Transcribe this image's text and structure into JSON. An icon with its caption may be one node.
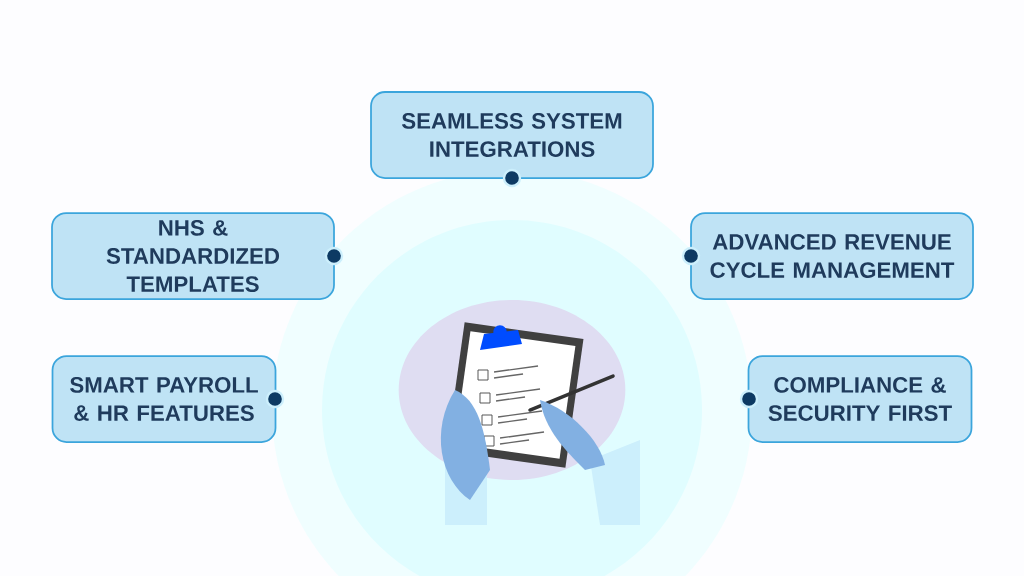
{
  "diagram": {
    "nodes": [
      {
        "text": [
          "SEAMLESS SYSTEM INTEGRATIONS"
        ]
      },
      {
        "text": [
          "NHS & STANDARDIZED TEMPLATES"
        ]
      },
      {
        "text": [
          "ADVANCED REVENUE CYCLE MANAGEMENT"
        ]
      },
      {
        "text": [
          "SMART PAYROLL & HR FEATURES"
        ]
      },
      {
        "text": [
          "COMPLIANCE & SECURITY FIRST"
        ]
      }
    ]
  }
}
